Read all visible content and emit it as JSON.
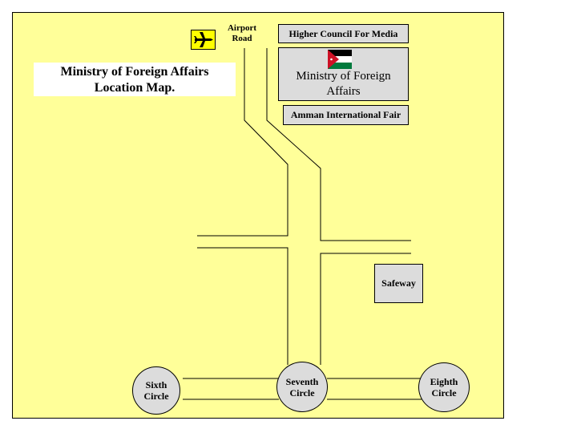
{
  "map": {
    "title_line1": "Ministry of Foreign Affairs",
    "title_line2": "Location Map.",
    "background_color": "#ffff99",
    "road_color": "#000000"
  },
  "landmarks": {
    "airport_road_line1": "Airport",
    "airport_road_line2": "Road",
    "airport_icon": "airplane-icon",
    "higher_council": "Higher Council For Media",
    "mfa_line1": "Ministry of Foreign",
    "mfa_line2": "Affairs",
    "mfa_icon": "jordan-flag-icon",
    "amman_fair": "Amman International Fair",
    "safeway": "Safeway"
  },
  "circles": {
    "sixth_line1": "Sixth",
    "sixth_line2": "Circle",
    "seventh_line1": "Seventh",
    "seventh_line2": "Circle",
    "eighth_line1": "Eighth",
    "eighth_line2": "Circle"
  }
}
